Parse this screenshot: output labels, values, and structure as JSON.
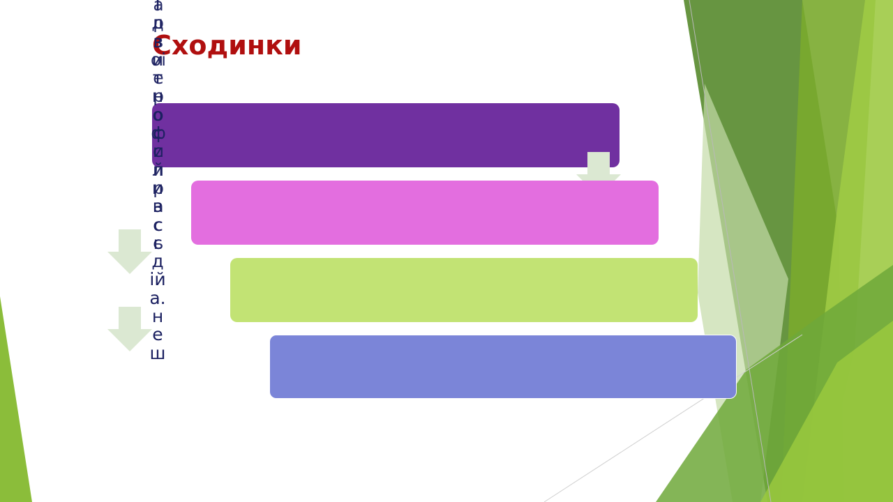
{
  "slide": {
    "title": "Сходинки",
    "colors": {
      "title": "#b00f0f",
      "step_1": "#7030a0",
      "step_2": "#e36edf",
      "step_3": "#c2e374",
      "step_4": "#7b85d8",
      "arrow": "#dbe8d2",
      "overflow_text": "#1b2060"
    },
    "overflow_text": [
      "Ідзитноссливссд ійа.неш",
      "арвоіерофий рас ь"
    ]
  }
}
